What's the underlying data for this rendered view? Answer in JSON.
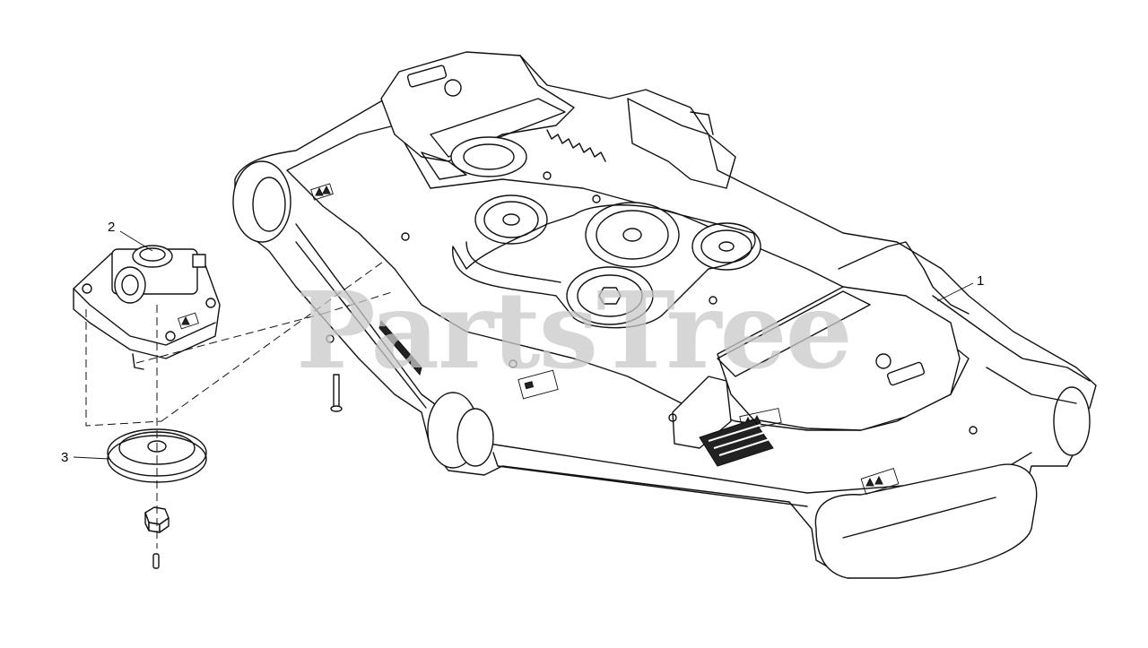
{
  "watermark": "PartsTree",
  "callouts": [
    {
      "id": "1",
      "label": "1"
    },
    {
      "id": "2",
      "label": "2"
    },
    {
      "id": "3",
      "label": "3"
    }
  ],
  "colors": {
    "line": "#111111",
    "background": "#ffffff",
    "watermark": "#c9c9c9"
  }
}
